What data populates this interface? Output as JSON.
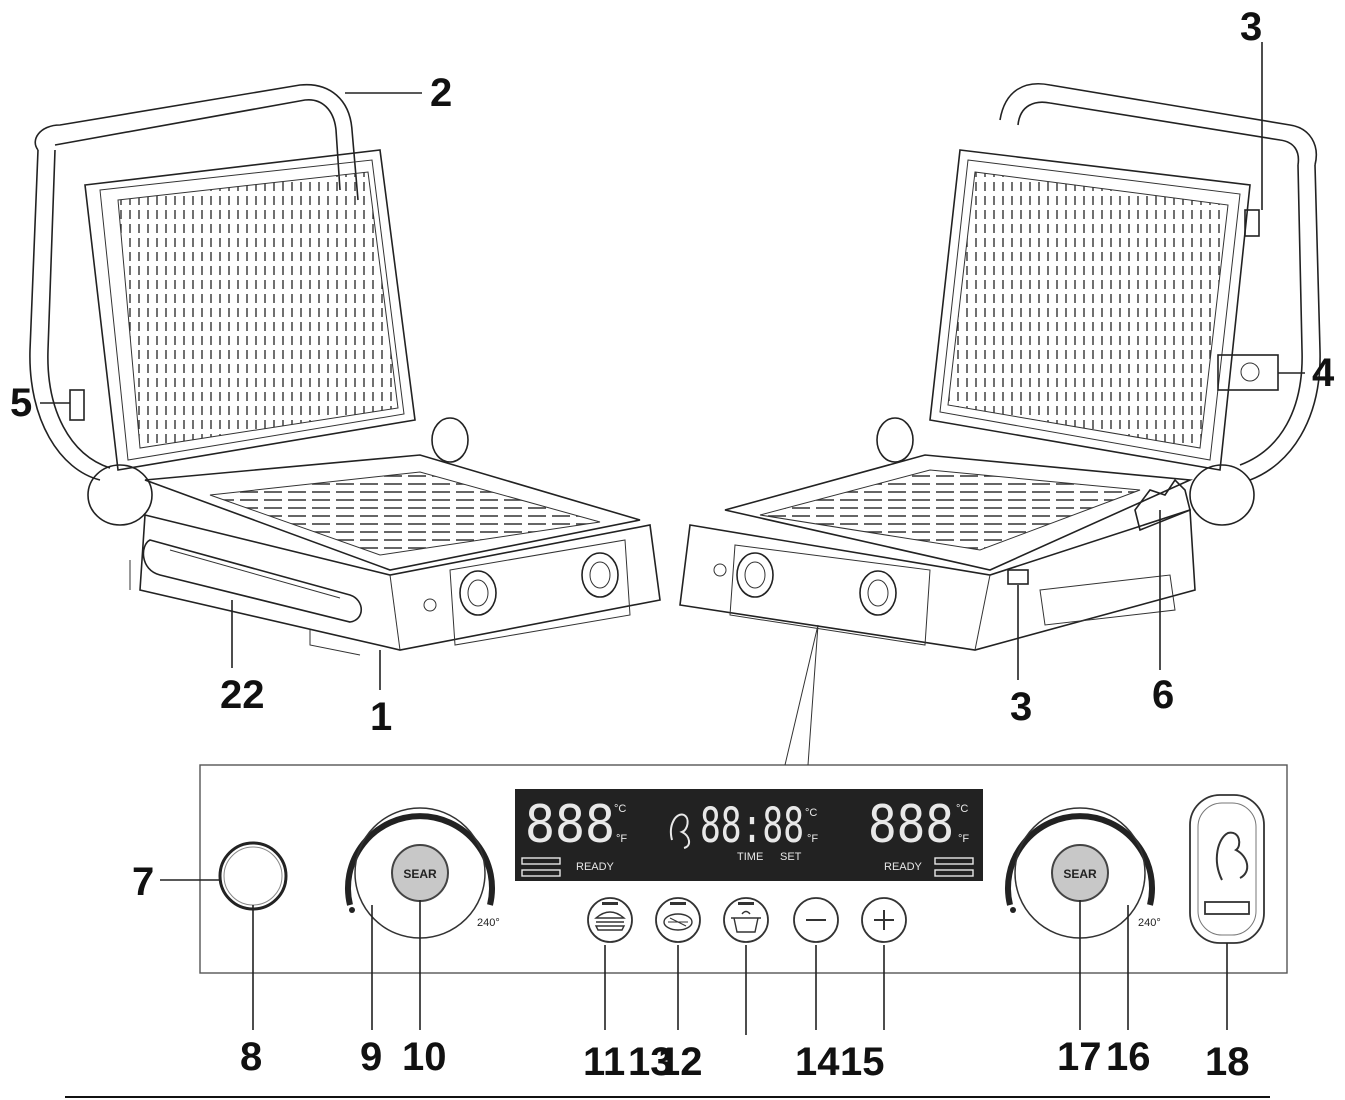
{
  "callouts": {
    "c1": "1",
    "c2": "2",
    "c3a": "3",
    "c3b": "3",
    "c4": "4",
    "c5": "5",
    "c6": "6",
    "c7": "7",
    "c8": "8",
    "c9": "9",
    "c10": "10",
    "c11": "11",
    "c12": "12",
    "c13": "13",
    "c14": "14",
    "c15": "15",
    "c16": "16",
    "c17": "17",
    "c18": "18",
    "c22": "22"
  },
  "panel": {
    "sear_left": "SEAR",
    "sear_right": "SEAR",
    "temp_max_left": "240°",
    "temp_max_right": "240°",
    "display": {
      "left_digits": "888",
      "center_digits": "88:88",
      "right_digits": "888",
      "unit_c": "°C",
      "unit_f": "°F",
      "ready_left": "READY",
      "ready_right": "READY",
      "time": "TIME",
      "set": "SET"
    }
  }
}
